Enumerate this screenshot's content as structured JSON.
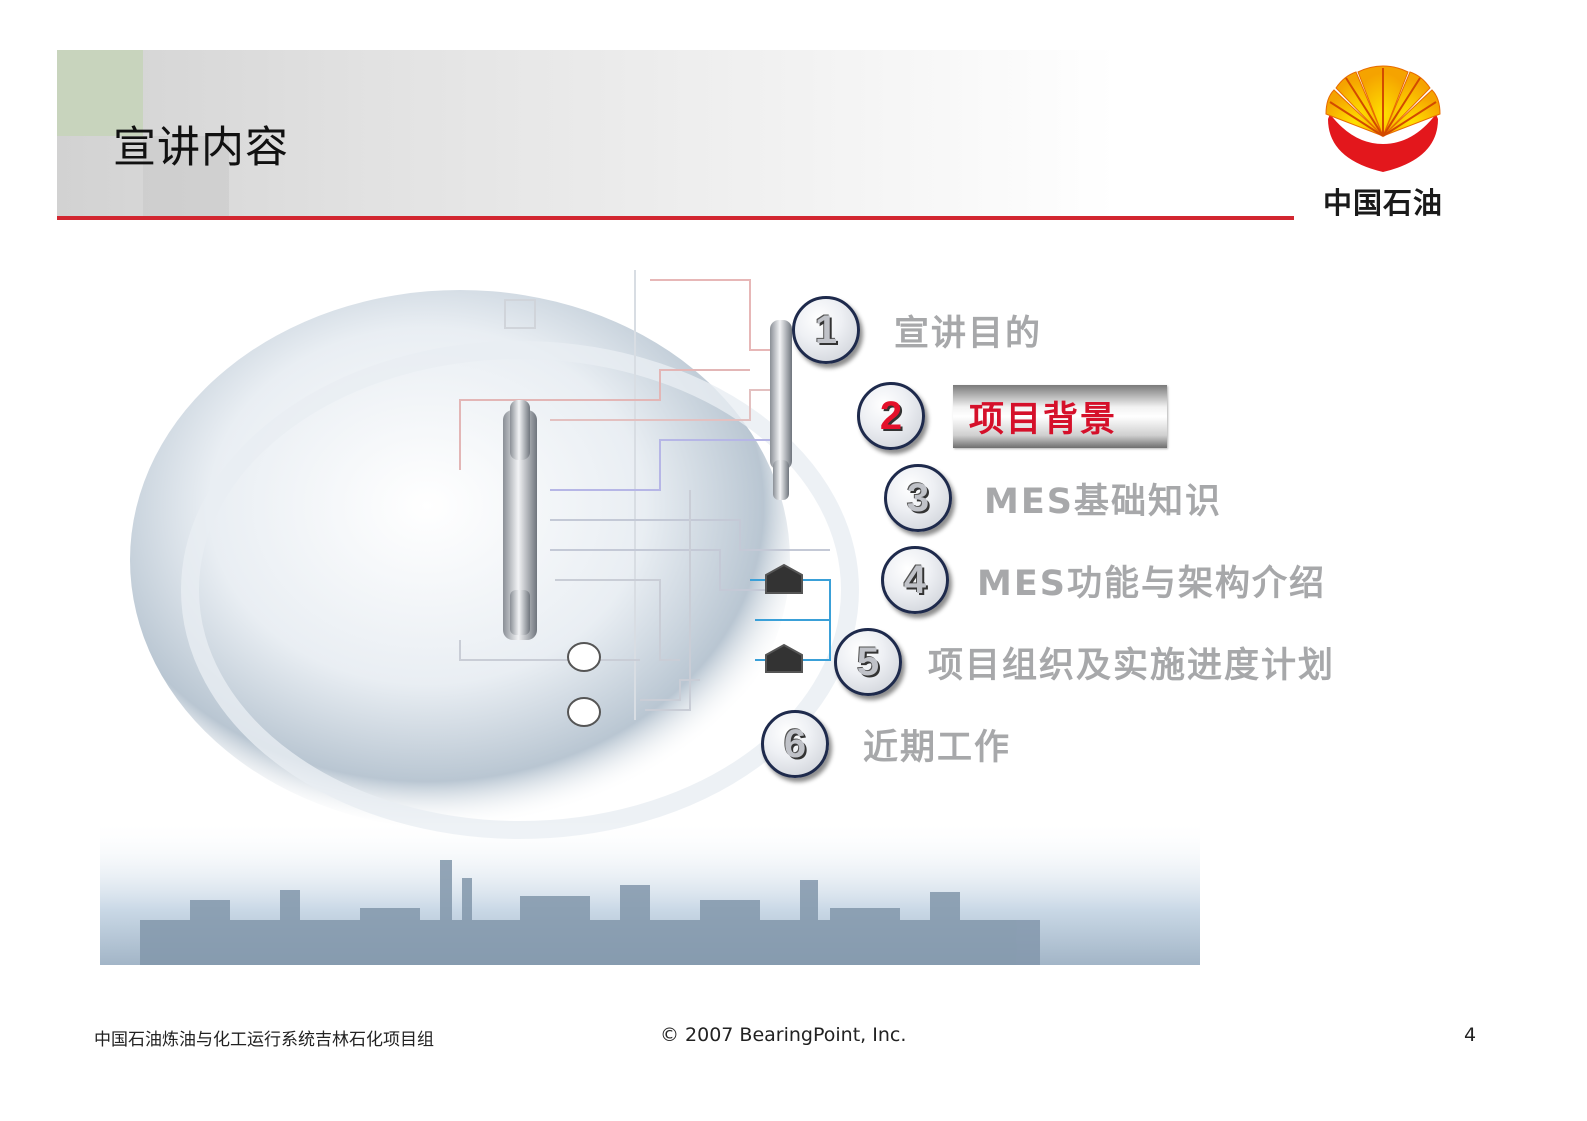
{
  "slide": {
    "title": "宣讲内容",
    "logo_text": "中国石油",
    "accent_color": "#d22630"
  },
  "agenda": {
    "items": [
      {
        "number": "1",
        "label": "宣讲目的",
        "active": false
      },
      {
        "number": "2",
        "label": "项目背景",
        "active": true
      },
      {
        "number": "3",
        "label": "MES基础知识",
        "active": false
      },
      {
        "number": "4",
        "label": "MES功能与架构介绍",
        "active": false
      },
      {
        "number": "5",
        "label": "项目组织及实施进度计划",
        "active": false
      },
      {
        "number": "6",
        "label": "近期工作",
        "active": false
      }
    ],
    "active_color": "#e4102a",
    "inactive_color": "#a7a8aa"
  },
  "footer": {
    "left": "中国石油炼油与化工运行系统吉林石化项目组",
    "center": "© 2007 BearingPoint, Inc.",
    "page_number": "4"
  }
}
